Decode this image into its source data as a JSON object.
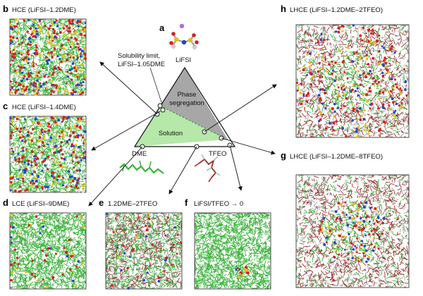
{
  "panels": {
    "b": {
      "letter": "b",
      "title": "HCE (LiFSI–1.2DME)"
    },
    "c": {
      "letter": "c",
      "title": "HCE (LiFSI–1.4DME)"
    },
    "d": {
      "letter": "d",
      "title": "LCE (LiFSI–9DME)"
    },
    "e": {
      "letter": "e",
      "title": "1.2DME–2TFEO"
    },
    "f": {
      "letter": "f",
      "title": "LiFSI/TFEO → 0"
    },
    "h": {
      "letter": "h",
      "title": "LHCE (LiFSI–1.2DME–2TFEO)"
    },
    "g": {
      "letter": "g",
      "title": "LHCE (LiFSI–1.2DME–8TFEO)"
    }
  },
  "phase_diagram": {
    "letter": "a",
    "lifsi_label": "LiFSI",
    "dme_label": "DME",
    "tfeo_label": "TFEO",
    "solubility_label_line1": "Solubility limit,",
    "solubility_label_line2": "LiFSI–1.05DME",
    "phase_seg_line1": "Phase",
    "phase_seg_line2": "segregation",
    "solution_label": "Solution"
  },
  "colors": {
    "green_region": "#b5e8a9",
    "gray_region": "#a7a7a7",
    "carbon_green": "#3cb33c",
    "oxygen_red": "#d62020",
    "nitrogen_blue": "#2244cc",
    "sulfur_yellow": "#e3c01b",
    "fluorine_white": "#dddddd",
    "tfeo_wire": "#9a3030"
  }
}
